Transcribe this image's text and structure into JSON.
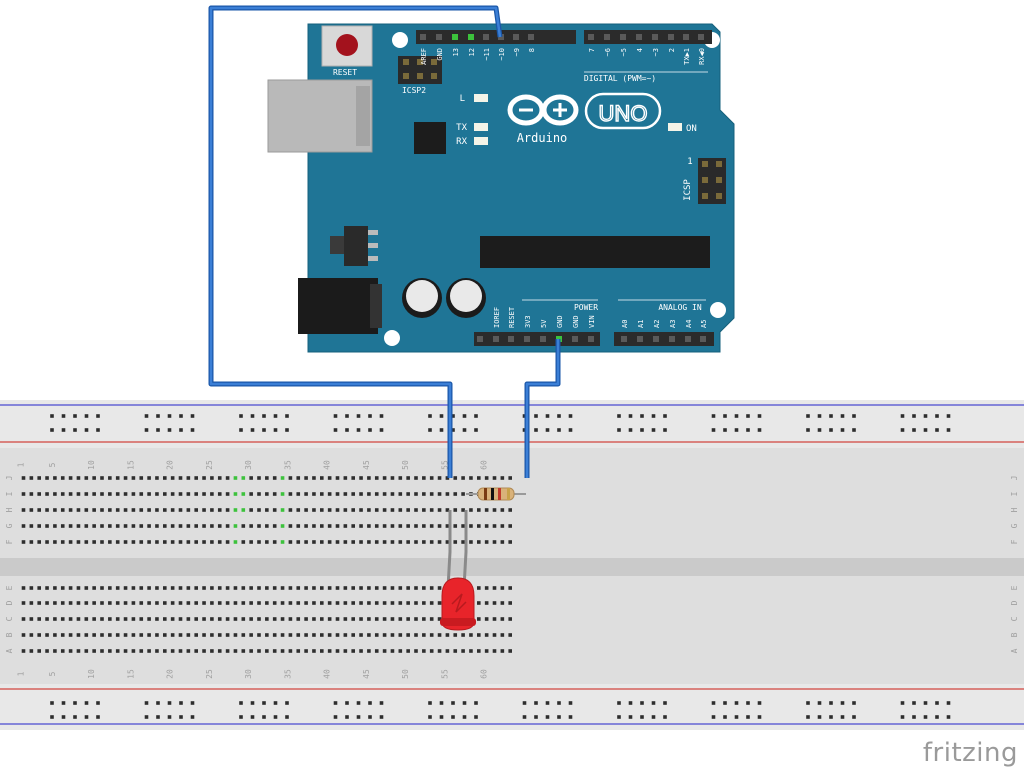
{
  "board": {
    "reset_label": "RESET",
    "icsp2_label": "ICSP2",
    "icsp_label": "ICSP",
    "icsp_pin1": "1",
    "digital_label": "DIGITAL (PWM=~)",
    "digital_pins": [
      "AREF",
      "GND",
      "13",
      "12",
      "~11",
      "~10",
      "~9",
      "8",
      "7",
      "~6",
      "~5",
      "4",
      "~3",
      "2",
      "TX▶1",
      "RX◀0"
    ],
    "led_l_label": "L",
    "led_tx_label": "TX",
    "led_rx_label": "RX",
    "on_label": "ON",
    "logo_text": "Arduino",
    "uno_text": "UNO",
    "power_label": "POWER",
    "power_pins": [
      "IOREF",
      "RESET",
      "3V3",
      "5V",
      "GND",
      "GND",
      "VIN"
    ],
    "analog_label": "ANALOG IN",
    "analog_pins": [
      "A0",
      "A1",
      "A2",
      "A3",
      "A4",
      "A5"
    ]
  },
  "breadboard": {
    "column_numbers": [
      "1",
      "5",
      "10",
      "15",
      "20",
      "25",
      "30",
      "35",
      "40",
      "45",
      "50",
      "55",
      "60"
    ],
    "top_row_letters": [
      "J",
      "I",
      "H",
      "G",
      "F"
    ],
    "bottom_row_letters": [
      "E",
      "D",
      "C",
      "B",
      "A"
    ]
  },
  "watermark": "fritzing",
  "colors": {
    "board": "#1d7594",
    "wire": "#2b6ec5",
    "led": "#e8242a",
    "breadboard": "#dcdcdc",
    "rail_red": "#d2443f",
    "rail_blue": "#4a4ad0"
  }
}
